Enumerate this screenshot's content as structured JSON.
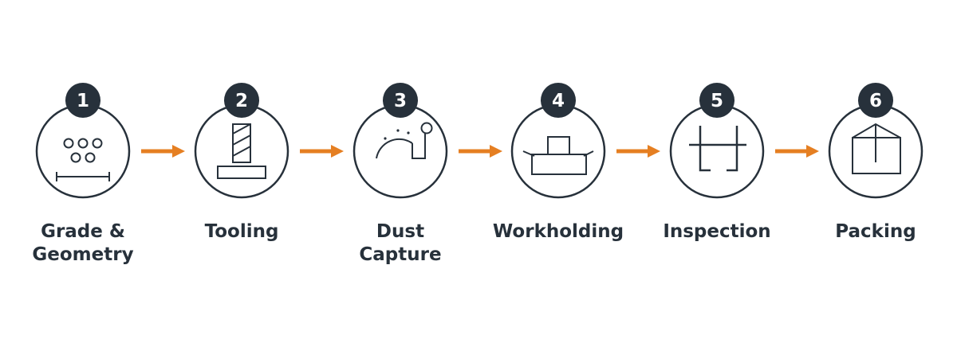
{
  "colors": {
    "ink": "#27313b",
    "accent": "#e57f22",
    "background": "#ffffff"
  },
  "steps": [
    {
      "number": "1",
      "label": "Grade &\nGeometry",
      "icon": "grade-geometry-icon"
    },
    {
      "number": "2",
      "label": "Tooling",
      "icon": "tooling-icon"
    },
    {
      "number": "3",
      "label": "Dust\nCapture",
      "icon": "dust-capture-icon"
    },
    {
      "number": "4",
      "label": "Workholding",
      "icon": "workholding-icon"
    },
    {
      "number": "5",
      "label": "Inspection",
      "icon": "inspection-icon"
    },
    {
      "number": "6",
      "label": "Packing",
      "icon": "packing-icon"
    }
  ]
}
